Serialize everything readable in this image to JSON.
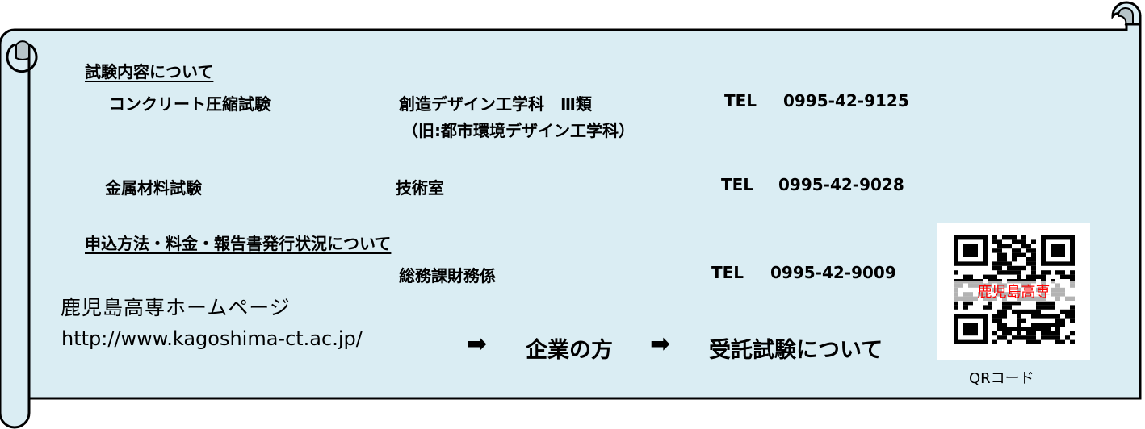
{
  "section1": {
    "heading": "試験内容について",
    "rows": [
      {
        "test": "コンクリート圧縮試験",
        "dept": "創造デザイン工学科　Ⅲ類",
        "dept_note": "（旧:都市環境デザイン工学科）",
        "tel_label": "TEL",
        "tel": "0995-42-9125"
      },
      {
        "test": "金属材料試験",
        "dept": "技術室",
        "tel_label": "TEL",
        "tel": "0995-42-9028"
      }
    ]
  },
  "section2": {
    "heading": "申込方法・料金・報告書発行状況について",
    "dept": "総務課財務係",
    "tel_label": "TEL",
    "tel": "0995-42-9009"
  },
  "website": {
    "title": "鹿児島高専ホームページ",
    "url": "http://www.kagoshima-ct.ac.jp/",
    "arrow": "➡",
    "step1": "企業の方",
    "step2": "受託試験について"
  },
  "qr": {
    "overlay": "鹿児島高専",
    "caption": "QRコード"
  },
  "colors": {
    "scroll_fill": "#daedf3",
    "curl_fill": "#b7c4c8",
    "qr_overlay": "#ff0000"
  }
}
